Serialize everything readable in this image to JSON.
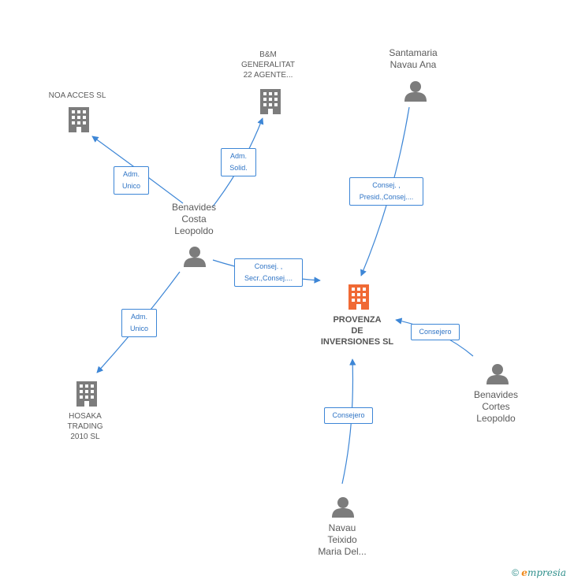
{
  "colors": {
    "edge": "#3d86d6",
    "node_company": "#7c7c7c",
    "node_person": "#7c7c7c",
    "node_main": "#f06a35"
  },
  "nodes": {
    "noa_acces": {
      "label": "NOA ACCES  SL",
      "icon": "building-icon"
    },
    "bm_generalitat": {
      "label": "B&M\nGENERALITAT\n22 AGENTE...",
      "icon": "building-icon"
    },
    "santamaria": {
      "label": "Santamaria\nNavau Ana",
      "icon": "person-icon"
    },
    "benavides_costa": {
      "label": "Benavides\nCosta\nLeopoldo",
      "icon": "person-icon"
    },
    "provenza": {
      "label": "PROVENZA\nDE\nINVERSIONES SL",
      "icon": "building-icon"
    },
    "hosaka": {
      "label": "HOSAKA\nTRADING\n2010 SL",
      "icon": "building-icon"
    },
    "benavides_cortes": {
      "label": "Benavides\nCortes\nLeopoldo",
      "icon": "person-icon"
    },
    "navau_teixido": {
      "label": "Navau\nTeixido\nMaria Del...",
      "icon": "person-icon"
    }
  },
  "edges": {
    "e1": "Adm.\nUnico",
    "e2": "Adm.\nSolid.",
    "e3": "Consej. ,\nPresid.,Consej....",
    "e4": "Consej. ,\nSecr.,Consej....",
    "e5": "Adm.\nUnico",
    "e6": "Consejero",
    "e7": "Consejero"
  },
  "footer": {
    "copyright": "©",
    "brand_e": "e",
    "brand_rest": "mpresia"
  }
}
